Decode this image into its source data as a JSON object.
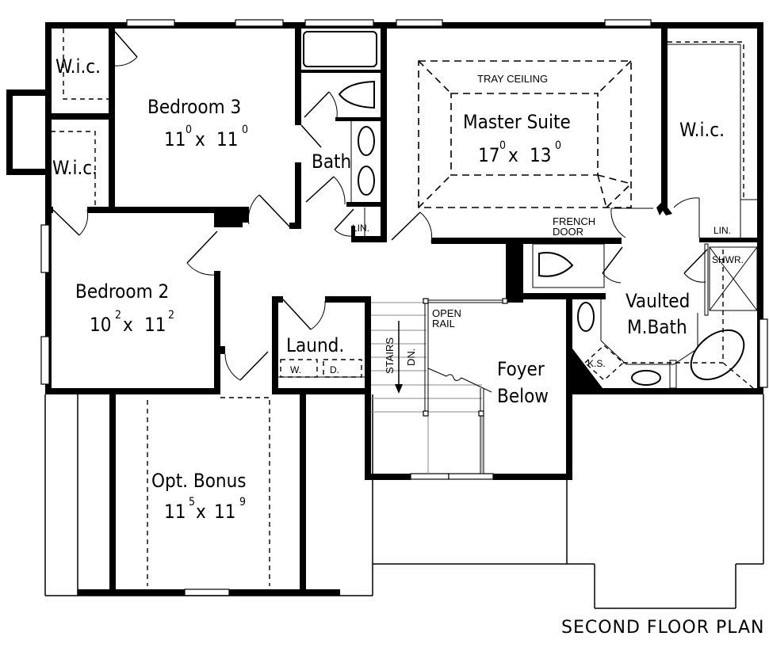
{
  "plan": {
    "title": "SECOND FLOOR PLAN",
    "rooms": {
      "bedroom3": {
        "name": "Bedroom 3",
        "dim_a": "11",
        "dim_a_in": "0",
        "dim_x": "x",
        "dim_b": "11",
        "dim_b_in": "0"
      },
      "bedroom2": {
        "name": "Bedroom 2",
        "dim_a": "10",
        "dim_a_in": "2",
        "dim_x": "x",
        "dim_b": "11",
        "dim_b_in": "2"
      },
      "master": {
        "name": "Master Suite",
        "dim_a": "17",
        "dim_a_in": "0",
        "dim_x": "x",
        "dim_b": "13",
        "dim_b_in": "0"
      },
      "bonus": {
        "name": "Opt. Bonus",
        "dim_a": "11",
        "dim_a_in": "5",
        "dim_x": "x",
        "dim_b": "11",
        "dim_b_in": "9"
      },
      "foyer": {
        "line1": "Foyer",
        "line2": "Below"
      },
      "mbath": {
        "line1": "Vaulted",
        "line2": "M.Bath"
      },
      "bath": "Bath",
      "laundry": "Laund.",
      "wic_top_left": "W.i.c.",
      "wic_mid_left": "W.i.c.",
      "wic_master": "W.i.c."
    },
    "notes": {
      "tray_ceiling": "TRAY CEILING",
      "french_door_1": "FRENCH",
      "french_door_2": "DOOR",
      "open_rail_1": "OPEN",
      "open_rail_2": "RAIL",
      "stairs": "STAIRS",
      "dn": "DN.",
      "lin_bath": "LIN.",
      "lin_master": "LIN.",
      "shower": "SHWR.",
      "knee_space": "K.S.",
      "washer": "W.",
      "dryer": "D."
    }
  }
}
